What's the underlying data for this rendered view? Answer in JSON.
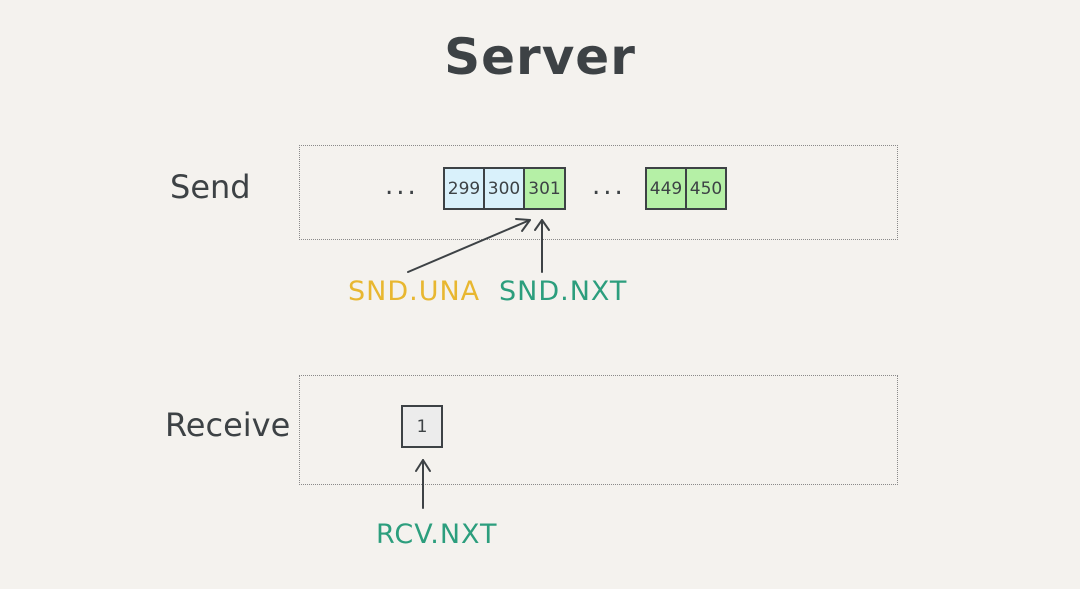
{
  "title": "Server",
  "send": {
    "label": "Send",
    "ellipsis": [
      "...",
      "..."
    ],
    "cells": [
      {
        "value": "299",
        "state": "sent-unacked"
      },
      {
        "value": "300",
        "state": "sent-unacked"
      },
      {
        "value": "301",
        "state": "next"
      },
      {
        "value": "449",
        "state": "next"
      },
      {
        "value": "450",
        "state": "next"
      }
    ],
    "pointers": {
      "una": "SND.UNA",
      "nxt": "SND.NXT"
    }
  },
  "receive": {
    "label": "Receive",
    "cells": [
      {
        "value": "1",
        "state": "expected"
      }
    ],
    "pointers": {
      "nxt": "RCV.NXT"
    }
  },
  "colors": {
    "background": "#f4f2ee",
    "sent_unacked_fill": "#d9f1fb",
    "next_fill": "#b5f0a6",
    "expected_fill": "#ececec",
    "snd_una_label": "#e8b730",
    "nxt_label": "#2c9e7d",
    "ink": "#3d4245"
  }
}
